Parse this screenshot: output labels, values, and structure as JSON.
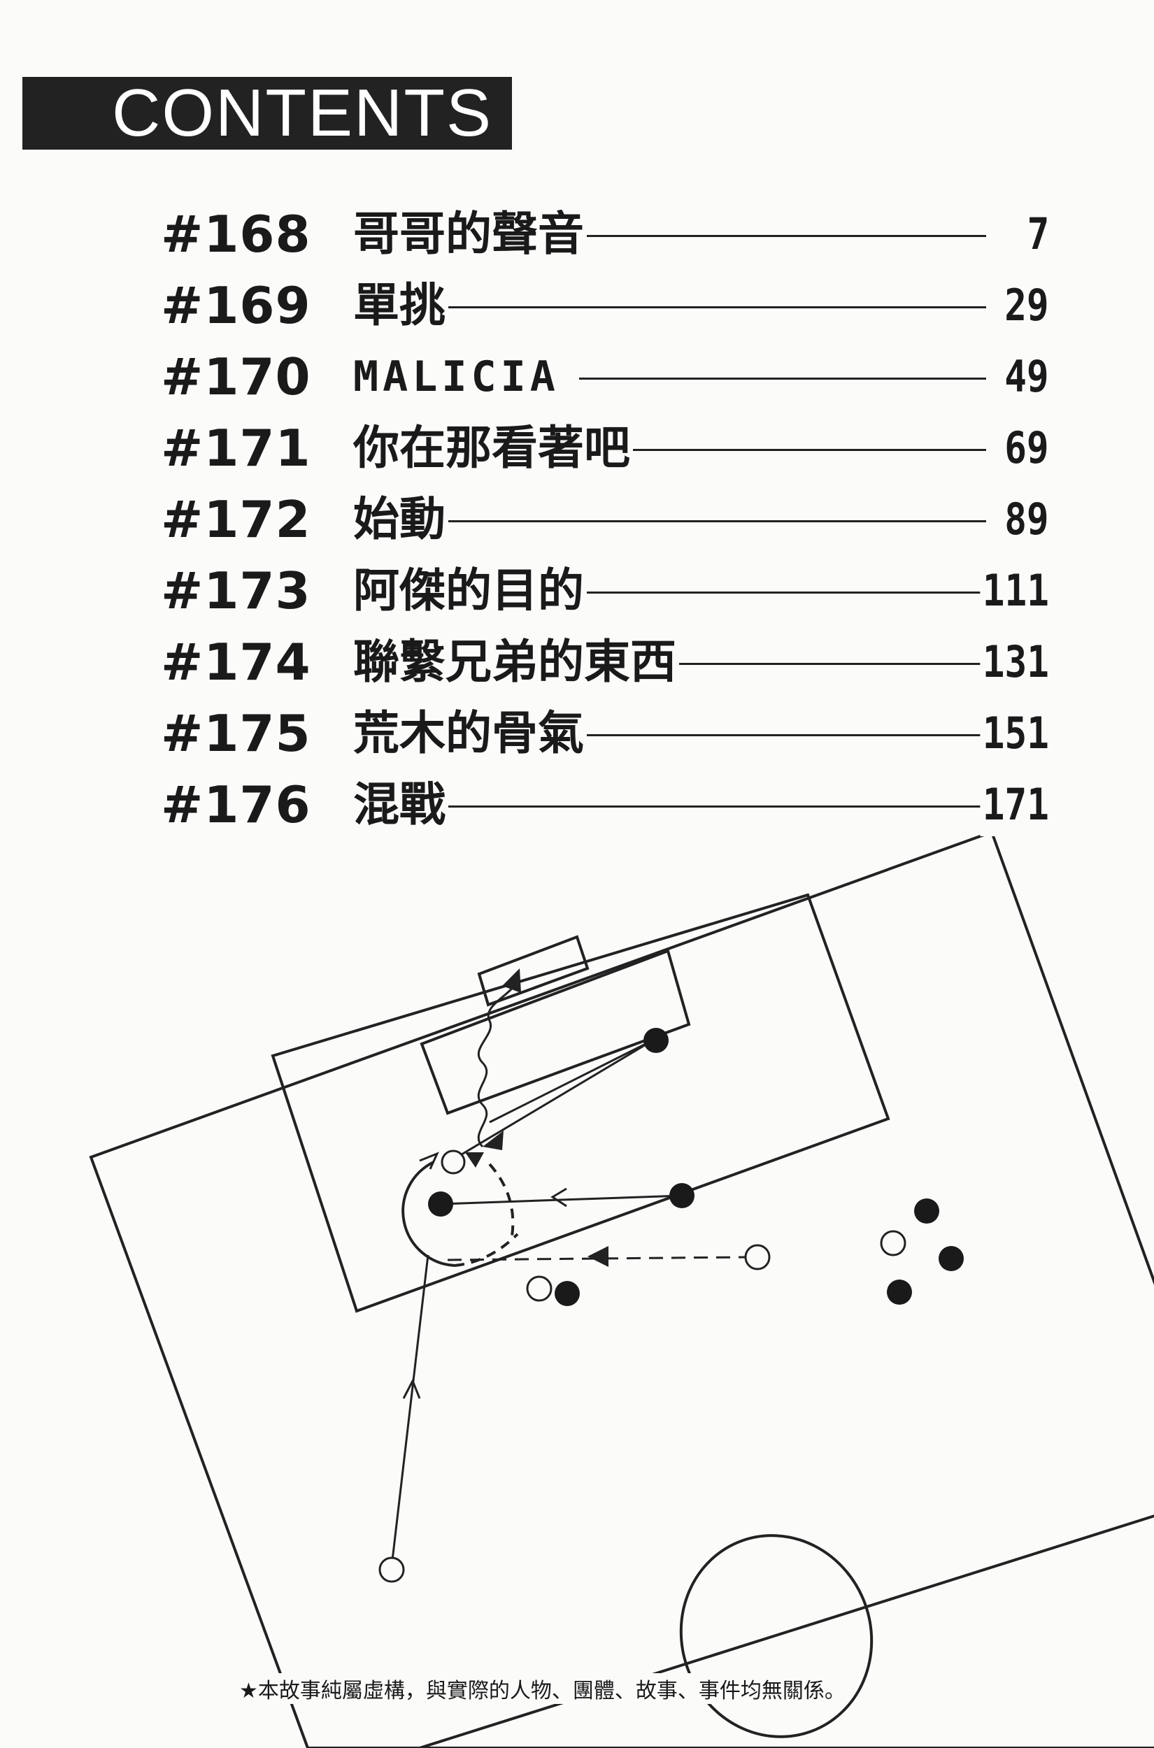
{
  "header": {
    "title": "CONTENTS"
  },
  "toc": [
    {
      "number": "#168",
      "title": "哥哥的聲音",
      "page": "7"
    },
    {
      "number": "#169",
      "title": "單挑",
      "page": "29"
    },
    {
      "number": "#170",
      "title": "MALICIA",
      "page": "49"
    },
    {
      "number": "#171",
      "title": "你在那看著吧",
      "page": "69"
    },
    {
      "number": "#172",
      "title": "始動",
      "page": "89"
    },
    {
      "number": "#173",
      "title": "阿傑的目的",
      "page": "111"
    },
    {
      "number": "#174",
      "title": "聯繫兄弟的東西",
      "page": "131"
    },
    {
      "number": "#175",
      "title": "荒木的骨氣",
      "page": "151"
    },
    {
      "number": "#176",
      "title": "混戰",
      "page": "171"
    }
  ],
  "footer": {
    "disclaimer": "★本故事純屬虛構，與實際的人物、團體、故事、事件均無關係。"
  },
  "colors": {
    "ink": "#1a1a1a",
    "paper": "#fbfbfa",
    "header_bg": "#222222"
  }
}
